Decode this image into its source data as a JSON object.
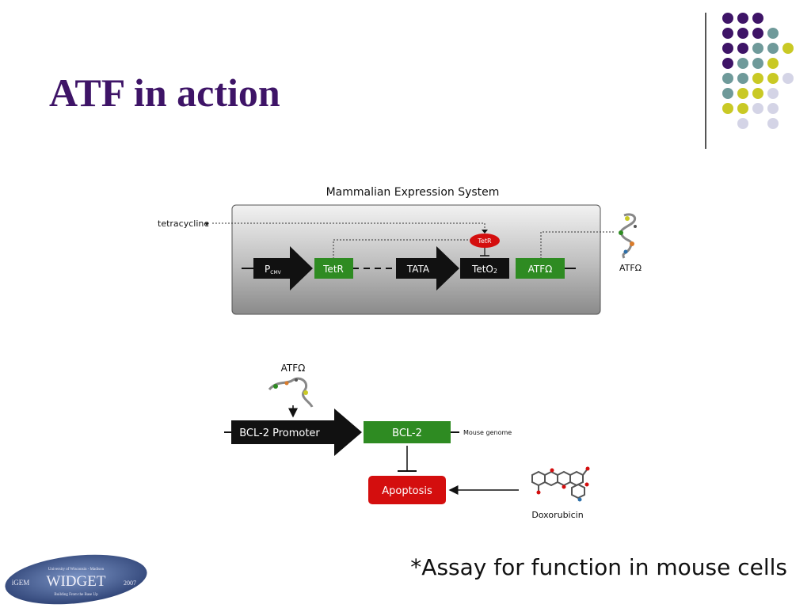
{
  "slide": {
    "title": "ATF in action",
    "footnote": "*Assay for function in mouse cells"
  },
  "colors": {
    "title": "#3e1467",
    "purple": "#3e1467",
    "teal": "#6f9a9a",
    "yellow": "#c9c925",
    "lavender": "#d4d4e6",
    "green": "#2e8b22",
    "red": "#d40e0e",
    "black": "#111111"
  },
  "top_panel": {
    "title": "Mammalian Expression System",
    "input_label": "tetracycline",
    "input_marker": "▾",
    "promoter": "P",
    "promoter_sub": "CMV",
    "gene1": "TetR",
    "tata": "TATA",
    "operator": "TetO",
    "operator_sub": "2",
    "gene2": "ATFΩ",
    "repressor": "TetR",
    "protein_label": "ATFΩ"
  },
  "bottom_panel": {
    "protein_label": "ATFΩ",
    "promoter": "BCL-2 Promoter",
    "gene": "BCL-2",
    "genome_label": "Mouse genome",
    "outcome": "Apoptosis",
    "drug": "Doxorubicin"
  },
  "logo": {
    "top_text": "University of Wisconsin - Madison",
    "left_text": "iGEM",
    "main_text": "WIDGET",
    "right_text": "2007",
    "bottom_text": "Building From the Base Up"
  }
}
